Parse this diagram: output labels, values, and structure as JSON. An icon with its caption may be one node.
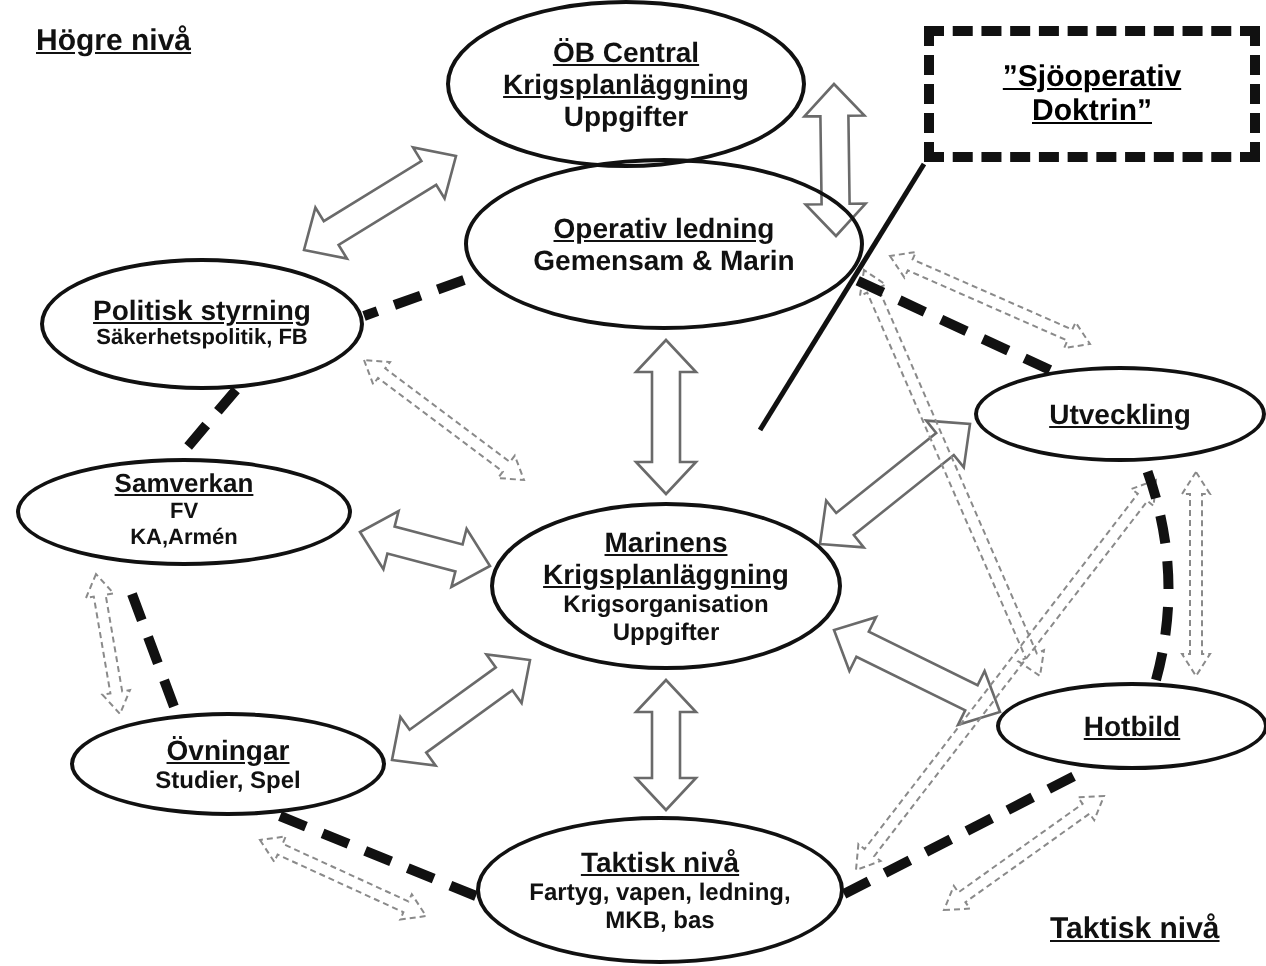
{
  "diagram": {
    "nodes": [
      {
        "text": [
          "ÖB Central Krigsplanläggning",
          "Uppgifter"
        ]
      },
      {
        "text": [
          "”Sjöoperativ Doktrin”"
        ]
      },
      {
        "text": [
          "Operativ ledning",
          "Gemensam & Marin"
        ]
      },
      {
        "text": [
          "Politisk styrning",
          "Säkerhetspolitik, FB"
        ]
      },
      {
        "text": [
          "Utveckling"
        ]
      },
      {
        "text": [
          "Samverkan",
          "FV KA,Armén"
        ]
      },
      {
        "text": [
          "Marinens Krigsplanläggning",
          "Krigsorganisation Uppgifter"
        ]
      },
      {
        "text": [
          "Hotbild"
        ]
      },
      {
        "text": [
          "Övningar",
          "Studier, Spel"
        ]
      },
      {
        "text": [
          "Taktisk nivå",
          "Fartyg, vapen, ledning, MKB, bas"
        ]
      }
    ],
    "edges": [
      {
        "from": 3,
        "to": 0,
        "arrow": "both"
      },
      {
        "from": 0,
        "to": 2,
        "arrow": "both"
      },
      {
        "from": 2,
        "to": 6,
        "arrow": "both"
      },
      {
        "from": 5,
        "to": 6,
        "arrow": "both"
      },
      {
        "from": 8,
        "to": 6,
        "arrow": "both"
      },
      {
        "from": 6,
        "to": 9,
        "arrow": "both"
      },
      {
        "from": 6,
        "to": 4,
        "arrow": "both"
      },
      {
        "from": 6,
        "to": 7,
        "arrow": "both"
      },
      {
        "from": 3,
        "to": 6,
        "arrow": "both",
        "style": "dashed"
      },
      {
        "from": 5,
        "to": 8,
        "arrow": "both",
        "style": "dashed"
      },
      {
        "from": 8,
        "to": 9,
        "arrow": "both",
        "style": "dashed"
      },
      {
        "from": 2,
        "to": 4,
        "arrow": "both",
        "style": "dashed"
      },
      {
        "from": 2,
        "to": 7,
        "arrow": "both",
        "style": "dashed"
      },
      {
        "from": 4,
        "to": 9,
        "arrow": "both",
        "style": "dashed"
      },
      {
        "from": 4,
        "to": 7,
        "arrow": "both",
        "style": "dashed"
      },
      {
        "from": 9,
        "to": 7,
        "arrow": "both",
        "style": "dashed"
      },
      {
        "from": 2,
        "to": 3,
        "arrow": "none",
        "style": "dashed"
      },
      {
        "from": 3,
        "to": 5,
        "arrow": "none",
        "style": "dashed"
      },
      {
        "from": 5,
        "to": 8,
        "arrow": "none",
        "style": "dashed"
      },
      {
        "from": 8,
        "to": 9,
        "arrow": "none",
        "style": "dashed"
      },
      {
        "from": 9,
        "to": 7,
        "arrow": "none",
        "style": "dashed"
      },
      {
        "from": 7,
        "to": 4,
        "arrow": "none",
        "style": "dashed"
      },
      {
        "from": 4,
        "to": 2,
        "arrow": "none",
        "style": "dashed"
      },
      {
        "from": 1,
        "to": null,
        "arrow": "none"
      }
    ],
    "labels": [
      "Högre nivå",
      "Taktisk nivå"
    ]
  }
}
